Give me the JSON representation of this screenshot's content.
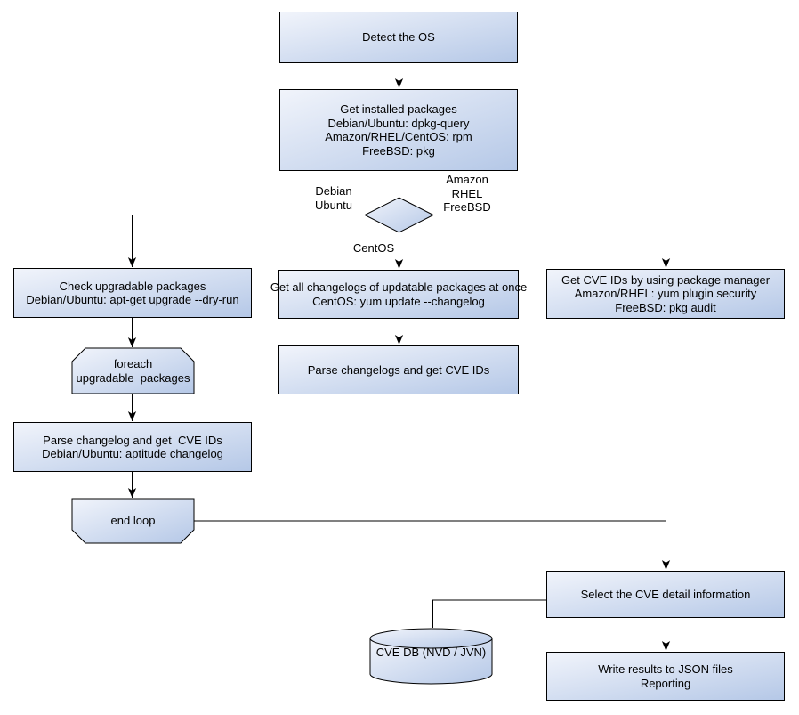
{
  "colors": {
    "node_fill_light": "#f1f4fb",
    "node_fill_dark": "#b5c8e7",
    "border": "#000000",
    "background": "#ffffff"
  },
  "nodes": {
    "detect_os": {
      "shape": "process",
      "label": "Detect the OS"
    },
    "get_installed_packages": {
      "shape": "process",
      "label": "Get installed packages\nDebian/Ubuntu: dpkg-query\nAmazon/RHEL/CentOS: rpm\nFreeBSD: pkg"
    },
    "os_decision": {
      "shape": "decision",
      "label": ""
    },
    "check_upgradable": {
      "shape": "process",
      "label": "Check upgradable packages\nDebian/Ubuntu: apt-get upgrade --dry-run"
    },
    "foreach_loop": {
      "shape": "loop-start",
      "label": "foreach\nupgradable  packages"
    },
    "parse_changelog_debian": {
      "shape": "process",
      "label": "Parse changelog and get  CVE IDs\nDebian/Ubuntu: aptitude changelog"
    },
    "end_loop": {
      "shape": "loop-end",
      "label": "end loop"
    },
    "get_all_changelogs": {
      "shape": "process",
      "label": "Get all changelogs of updatable packages at once\nCentOS: yum update --changelog"
    },
    "parse_changelogs": {
      "shape": "process",
      "label": "Parse changelogs and get CVE IDs"
    },
    "get_cve_ids_pkg_manager": {
      "shape": "process",
      "label": "Get CVE IDs by using package manager\nAmazon/RHEL: yum plugin security\nFreeBSD: pkg audit"
    },
    "select_cve_detail": {
      "shape": "process",
      "label": "Select the CVE detail information"
    },
    "cve_db": {
      "shape": "database",
      "label": "CVE DB (NVD / JVN)"
    },
    "write_results": {
      "shape": "process",
      "label": "Write results to JSON files\nReporting"
    }
  },
  "edge_labels": {
    "debian_ubuntu": "Debian\nUbuntu",
    "amazon_rhel_freebsd": "Amazon\nRHEL\nFreeBSD",
    "centos": "CentOS"
  }
}
